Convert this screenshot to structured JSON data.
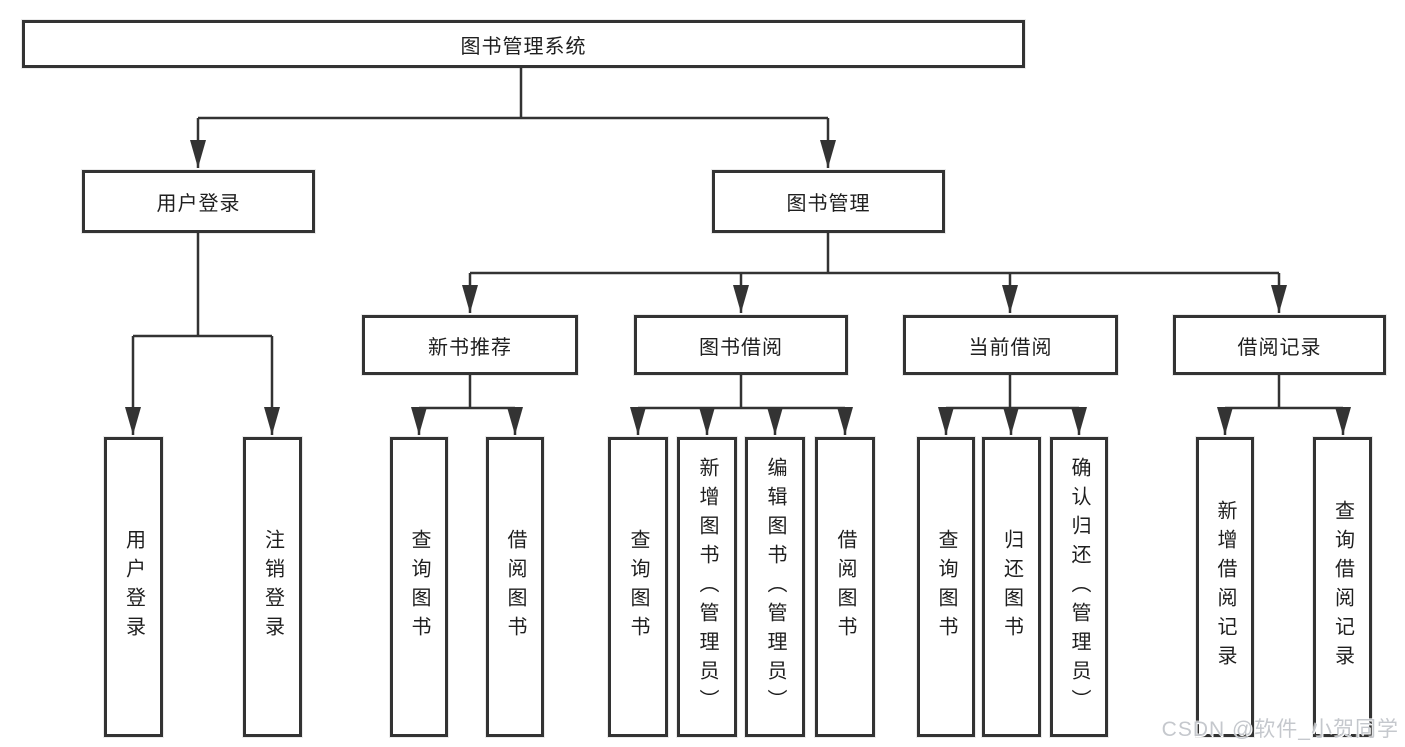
{
  "tree": {
    "root": {
      "label": "图书管理系统"
    },
    "branches": [
      {
        "label": "用户登录",
        "children": [
          {
            "label": "用户登录"
          },
          {
            "label": "注销登录"
          }
        ]
      },
      {
        "label": "图书管理",
        "children": [
          {
            "label": "新书推荐",
            "children": [
              {
                "label": "查询图书"
              },
              {
                "label": "借阅图书"
              }
            ]
          },
          {
            "label": "图书借阅",
            "children": [
              {
                "label": "查询图书"
              },
              {
                "label": "新增图书（管理员）"
              },
              {
                "label": "编辑图书（管理员）"
              },
              {
                "label": "借阅图书"
              }
            ]
          },
          {
            "label": "当前借阅",
            "children": [
              {
                "label": "查询图书"
              },
              {
                "label": "归还图书"
              },
              {
                "label": "确认归还（管理员）"
              }
            ]
          },
          {
            "label": "借阅记录",
            "children": [
              {
                "label": "新增借阅记录"
              },
              {
                "label": "查询借阅记录"
              }
            ]
          }
        ]
      }
    ]
  },
  "watermark": {
    "text": "CSDN @软件_小贺同学"
  },
  "colors": {
    "line": "#333333",
    "border": "#333333",
    "text": "#1f1f1f",
    "background": "#ffffff",
    "watermark": "#c5c8cd"
  }
}
